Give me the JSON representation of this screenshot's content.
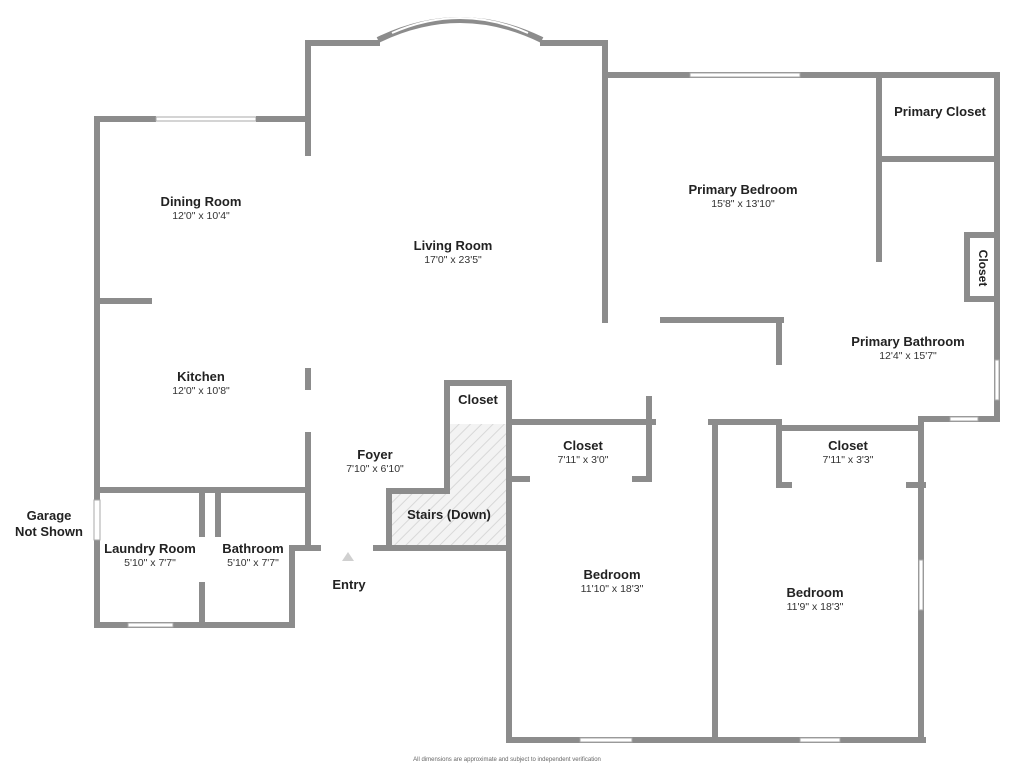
{
  "rooms": [
    {
      "name": "Dining Room",
      "dims": "12'0\" x 10'4\""
    },
    {
      "name": "Living Room",
      "dims": "17'0\" x 23'5\""
    },
    {
      "name": "Primary Bedroom",
      "dims": "15'8\" x 13'10\""
    },
    {
      "name": "Primary Closet",
      "dims": ""
    },
    {
      "name": "Kitchen",
      "dims": "12'0\" x 10'8\""
    },
    {
      "name": "Primary Bathroom",
      "dims": "12'4\" x 15'7\""
    },
    {
      "name": "Closet",
      "dims": ""
    },
    {
      "name": "Foyer",
      "dims": "7'10\" x 6'10\""
    },
    {
      "name": "Closet",
      "dims": "7'11\" x 3'0\""
    },
    {
      "name": "Closet",
      "dims": "7'11\" x 3'3\""
    },
    {
      "name": "Stairs (Down)",
      "dims": ""
    },
    {
      "name": "Laundry Room",
      "dims": "5'10\" x 7'7\""
    },
    {
      "name": "Bathroom",
      "dims": "5'10\" x 7'7\""
    },
    {
      "name": "Entry",
      "dims": ""
    },
    {
      "name": "Bedroom",
      "dims": "11'10\" x 18'3\""
    },
    {
      "name": "Bedroom",
      "dims": "11'9\" x 18'3\""
    }
  ],
  "side_closet": "Closet",
  "garage_line1": "Garage",
  "garage_line2": "Not Shown",
  "footer": "All dimensions are approximate and subject to independent verification",
  "colors": {
    "wall": "#8c8c8c",
    "background": "#ffffff",
    "text": "#222222"
  }
}
